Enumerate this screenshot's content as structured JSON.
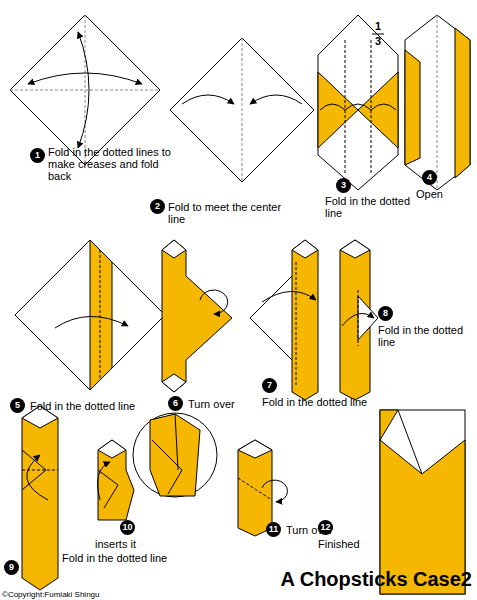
{
  "diagram": {
    "title": "A Chopsticks Case2",
    "labels": [
      "1",
      "Fold in the dotted lines to make creases and fold back",
      "2",
      "Fold to meet the center line",
      "1",
      "3",
      "3",
      "Fold in the dotted line",
      "4",
      "Open",
      "5",
      "Fold in the dotted line",
      "6",
      "Turn over",
      "7",
      "Fold in the dotted line",
      "8",
      "Fold in the dotted line",
      "9",
      "Fold in the dotted line",
      "10",
      "inserts it",
      "11",
      "Turn over",
      "12",
      "Finished",
      "©Copyright:Fumiaki Shingu"
    ]
  }
}
